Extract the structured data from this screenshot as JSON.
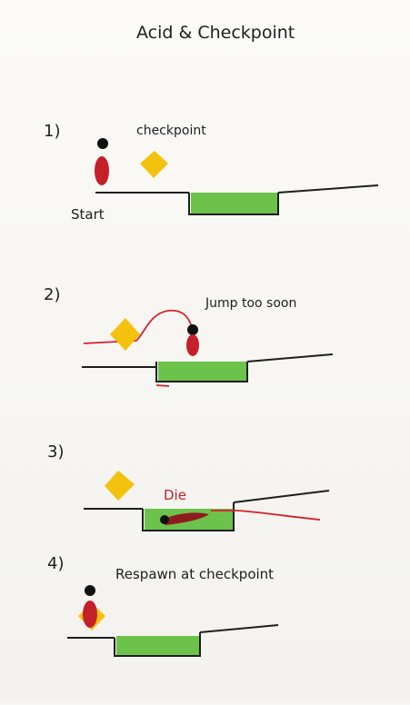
{
  "title": "Acid & Checkpoint",
  "panels": [
    {
      "number": "1)",
      "labels": {
        "checkpoint": "checkpoint",
        "start": "Start"
      }
    },
    {
      "number": "2)",
      "labels": {
        "note": "Jump too soon"
      }
    },
    {
      "number": "3)",
      "labels": {
        "note": "Die"
      }
    },
    {
      "number": "4)",
      "labels": {
        "note": "Respawn at checkpoint"
      }
    }
  ],
  "colors": {
    "ink": "#1e1e1e",
    "acid": "#6cc24a",
    "player_body": "#c4202a",
    "player_head": "#111111",
    "checkpoint": "#f4c20d",
    "trajectory": "#d4212b"
  }
}
